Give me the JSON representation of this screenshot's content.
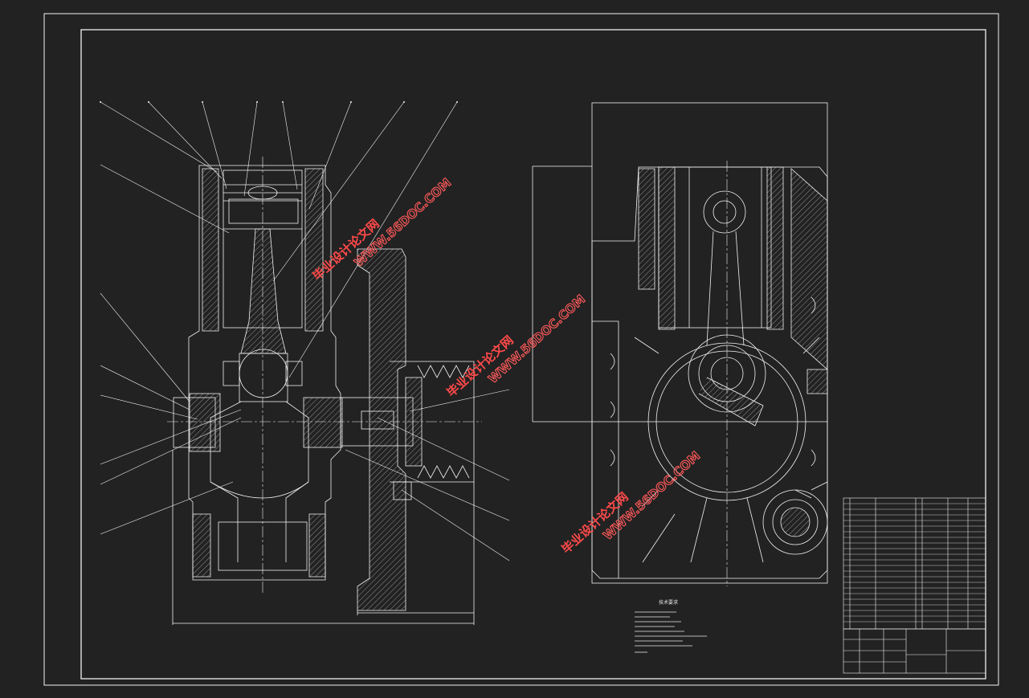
{
  "drawing": {
    "notes_title": "技术要求",
    "watermark_cn": "毕业设计论文网",
    "watermark_url": "WWW.56DOC.COM"
  },
  "colors": {
    "background": "#222222",
    "lines": "#f2f2f2",
    "watermark": "#ff4a4a"
  }
}
